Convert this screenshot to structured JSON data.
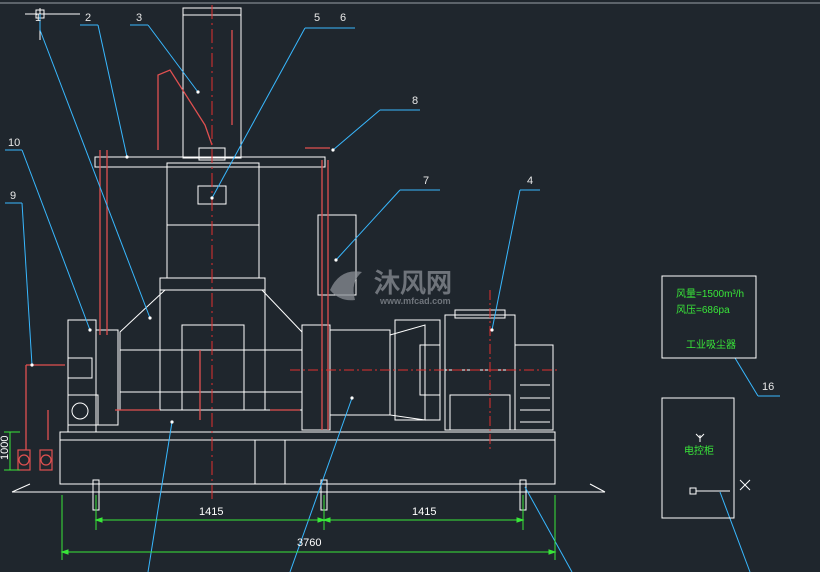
{
  "drawing": {
    "colors": {
      "background": "#1f262d",
      "machine": "#ffffff",
      "centerline": "#e03030",
      "pipes": "#e05050",
      "leaders": "#38b8ff",
      "dimensions": "#39e639",
      "table_text": "#39e639",
      "ucs": "#ffffff"
    },
    "callouts": [
      "1",
      "2",
      "3",
      "5",
      "6",
      "8",
      "10",
      "7",
      "9",
      "4",
      "16"
    ],
    "dimensions": {
      "left_span": "1415",
      "right_span": "1415",
      "total_length": "3760"
    },
    "side_height": "1000",
    "dust_collector": {
      "airflow": "风量=1500m³/h",
      "pressure": "风压=686pa",
      "name": "工业吸尘器"
    },
    "control_cabinet": {
      "name": "电控柜"
    },
    "watermark": {
      "brand": "沐风网",
      "url": "www.mfcad.com"
    }
  }
}
